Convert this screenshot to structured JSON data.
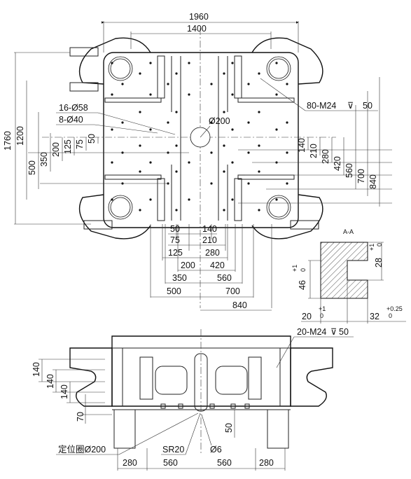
{
  "top_view": {
    "dims_horizontal_top": [
      "1960",
      "1400"
    ],
    "dims_vertical_left": [
      "1760",
      "1200",
      "500",
      "350",
      "200",
      "125",
      "75",
      "50"
    ],
    "dims_vertical_right": [
      "140",
      "210",
      "280",
      "420",
      "560",
      "700",
      "840"
    ],
    "dims_horizontal_bottom": [
      "50",
      "140",
      "75",
      "210",
      "125",
      "280",
      "200",
      "420",
      "350",
      "560",
      "500",
      "700",
      "840"
    ],
    "callouts": {
      "holes_58": "16-Ø58",
      "holes_40": "8-Ø40",
      "center_hole": "Ø200",
      "tapped_80": "80-M24",
      "tapped_80_depth": "50"
    }
  },
  "section_aa": {
    "title": "A-A",
    "dim_28": "28",
    "tol_28_upper": "+1",
    "tol_28_lower": "0",
    "dim_46": "46",
    "tol_46_upper": "+1",
    "tol_46_lower": "0",
    "dim_20": "20",
    "tol_20_upper": "+1",
    "tol_20_lower": "0",
    "dim_32": "32",
    "tol_32_upper": "+0.25",
    "tol_32_lower": "0"
  },
  "side_view": {
    "tapped_20": "20-M24",
    "tapped_20_depth": "50",
    "dims_vertical_left": [
      "140",
      "140",
      "140",
      "70"
    ],
    "dim_50": "50",
    "locating_ring": "定位圈Ø200",
    "sr": "SR20",
    "nozzle": "Ø6",
    "dims_bottom": [
      "280",
      "560",
      "560",
      "280"
    ]
  }
}
